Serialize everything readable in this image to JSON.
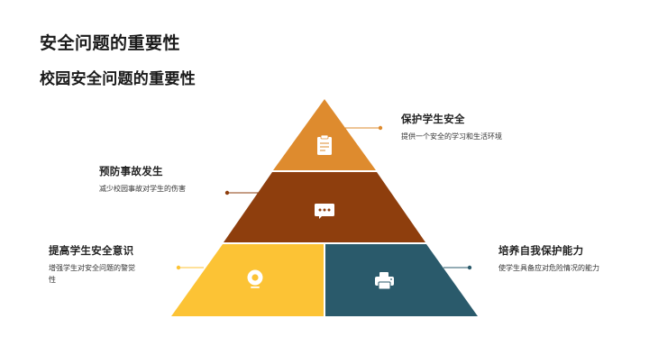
{
  "slide": {
    "title": "安全问题的重要性",
    "subtitle": "校园安全问题的重要性"
  },
  "colors": {
    "top": "#DE8B2E",
    "middle": "#8E3E0D",
    "bottom_left": "#FCC335",
    "bottom_right": "#2A5A6B"
  },
  "pyramid": {
    "top": {
      "icon": "clipboard-icon",
      "heading": "保护学生安全",
      "description": "提供一个安全的学习和生活环境"
    },
    "middle": {
      "icon": "chat-bubble-icon",
      "heading": "预防事故发生",
      "description": "减少校园事故对学生的伤害"
    },
    "bottom_left": {
      "icon": "webcam-icon",
      "heading": "提高学生安全意识",
      "description": "增强学生对安全问题的警觉性"
    },
    "bottom_right": {
      "icon": "printer-icon",
      "heading": "培养自我保护能力",
      "description": "使学生具备应对危险情况的能力"
    }
  }
}
